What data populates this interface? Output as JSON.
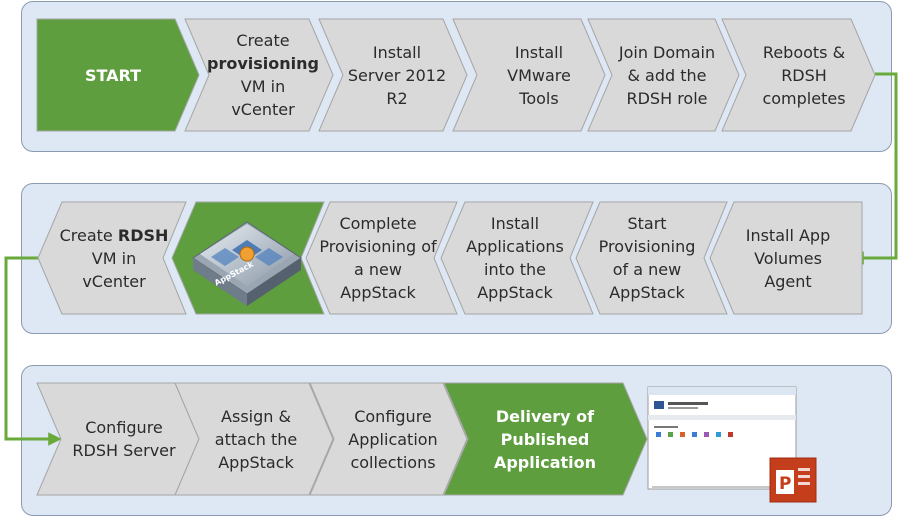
{
  "colors": {
    "panel_fill": "#dde8f4",
    "step_fill": "#d9d9d9",
    "highlight_fill": "#5e9e3e",
    "connector": "#6aaa3c",
    "text": "#2b2b2b"
  },
  "row1": {
    "steps": [
      {
        "label": "START",
        "highlight": true
      },
      {
        "label_pre": "Create",
        "label_bold": "provisioning",
        "label_post": "VM in vCenter",
        "highlight": false
      },
      {
        "label": "Install Server 2012 R2",
        "highlight": false
      },
      {
        "label": "Install VMware Tools",
        "highlight": false
      },
      {
        "label": "Join Domain & add the RDSH role",
        "highlight": false
      },
      {
        "label": "Reboots & RDSH completes",
        "highlight": false
      }
    ]
  },
  "row2": {
    "steps": [
      {
        "label_pre": "Create",
        "label_bold": "RDSH",
        "label_post": "VM in vCenter",
        "highlight": false
      },
      {
        "label": "",
        "highlight": true,
        "image": "appstack-box",
        "image_text": "AppStack"
      },
      {
        "label": "Complete Provisioning of a new AppStack",
        "highlight": false
      },
      {
        "label": "Install Applications into the AppStack",
        "highlight": false
      },
      {
        "label": "Start Provisioning of a new AppStack",
        "highlight": false
      },
      {
        "label": "Install App Volumes Agent",
        "highlight": false
      }
    ]
  },
  "row3": {
    "steps": [
      {
        "label": "Configure RDSH Server",
        "highlight": false
      },
      {
        "label": "Assign & attach the AppStack",
        "highlight": false
      },
      {
        "label": "Configure Application collections",
        "highlight": false
      },
      {
        "label": "Delivery of Published Application",
        "highlight": true
      }
    ],
    "screenshot": {
      "icon": "window-screenshot",
      "badge_icon": "powerpoint-icon",
      "badge_letter": "P"
    }
  }
}
